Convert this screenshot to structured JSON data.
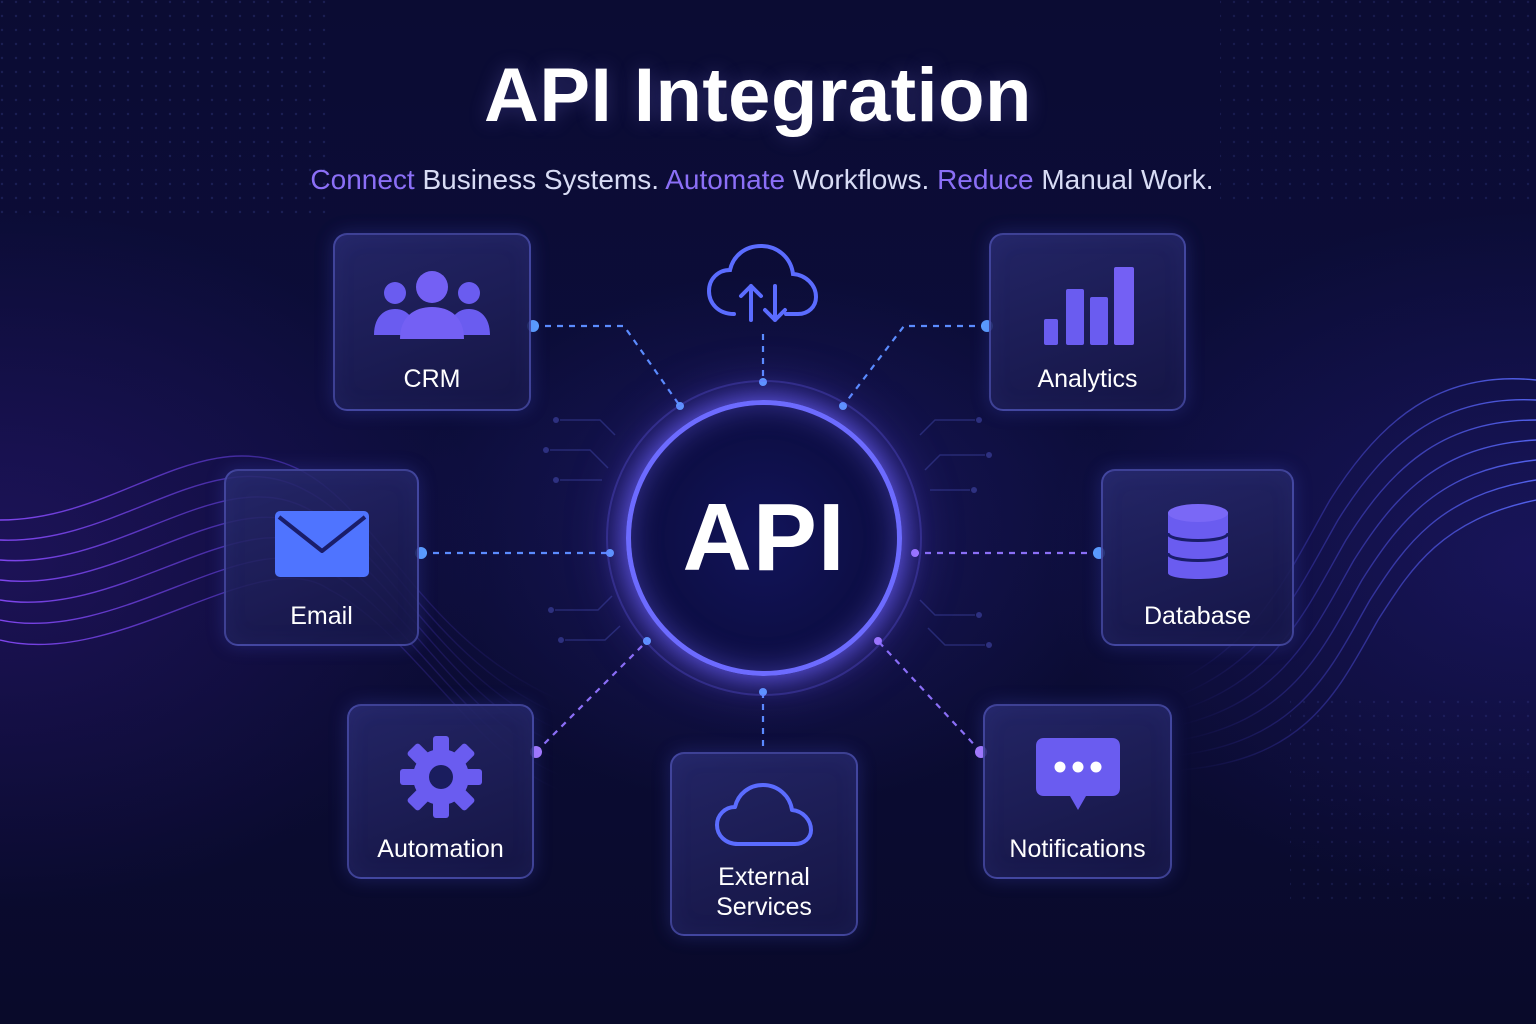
{
  "header": {
    "title": "API Integration",
    "subtitle": [
      {
        "text": "Connect",
        "accent": true
      },
      {
        "text": " Business Systems. ",
        "accent": false
      },
      {
        "text": "Automate",
        "accent": true
      },
      {
        "text": " Workflows. ",
        "accent": false
      },
      {
        "text": "Reduce",
        "accent": true
      },
      {
        "text": " Manual Work.",
        "accent": false
      }
    ]
  },
  "hub": {
    "label": "API"
  },
  "nodes": {
    "crm": {
      "label": "CRM",
      "icon": "users-icon"
    },
    "analytics": {
      "label": "Analytics",
      "icon": "bar-chart-icon"
    },
    "email": {
      "label": "Email",
      "icon": "envelope-icon"
    },
    "database": {
      "label": "Database",
      "icon": "database-icon"
    },
    "automation": {
      "label": "Automation",
      "icon": "gear-icon"
    },
    "external": {
      "label": "External\nServices",
      "icon": "cloud-icon"
    },
    "notifications": {
      "label": "Notifications",
      "icon": "chat-bubble-icon"
    },
    "cloud_sync": {
      "icon": "cloud-sync-icon"
    }
  },
  "colors": {
    "background": "#0a0b2e",
    "accent_purple": "#8b6ff7",
    "accent_blue": "#5b8cff",
    "icon_fill": "#6a5cf0",
    "hub_ring": "#6d6bff"
  }
}
